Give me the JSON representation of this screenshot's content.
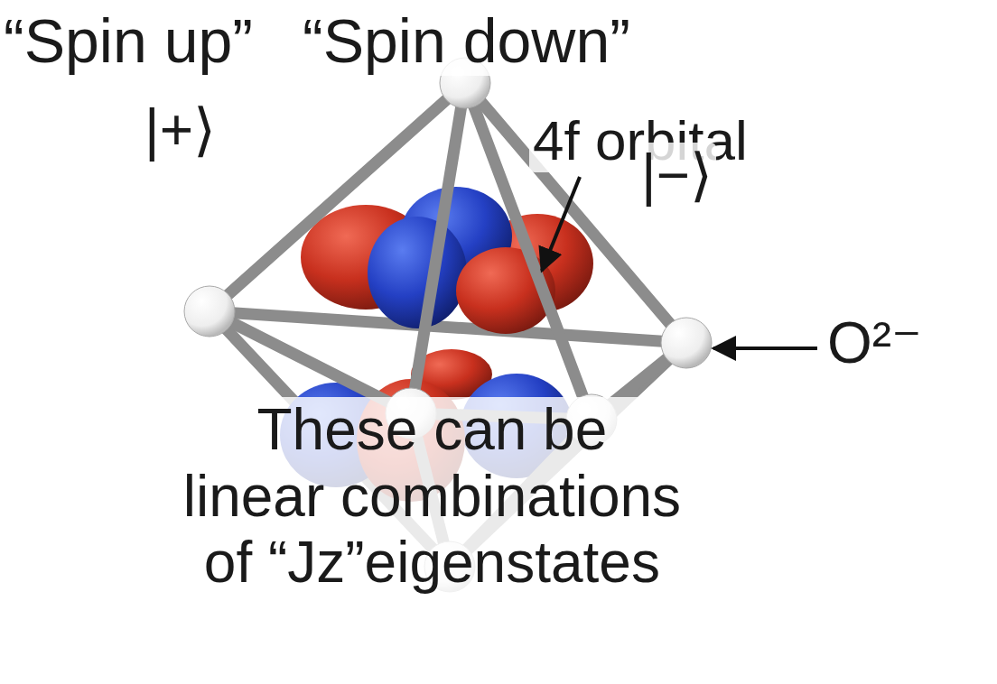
{
  "diagram": {
    "labels": [
      "“Spin up”",
      "“Spin down”",
      "|+⟩",
      "4f orbital",
      "|−⟩",
      "O²⁻",
      "These can be linear combinations of “Jz”eigenstates"
    ]
  }
}
